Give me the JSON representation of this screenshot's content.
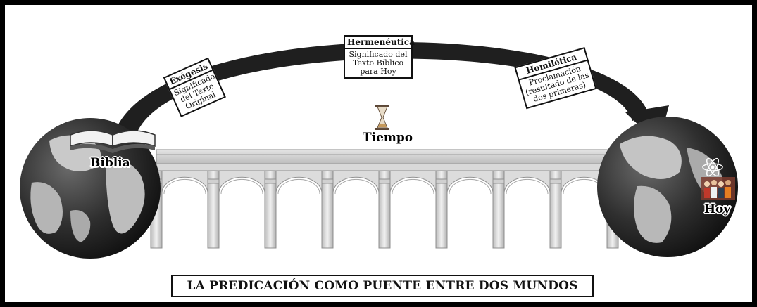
{
  "labels": {
    "exegesis": {
      "title": "Exégesis",
      "lines": [
        "Significado",
        "del Texto",
        "Original"
      ]
    },
    "hermeneutica": {
      "title": "Hermenéutica",
      "lines": [
        "Significado del",
        "Texto Bíblico",
        "para  Hoy"
      ]
    },
    "homiletica": {
      "title": "Homilética",
      "lines": [
        "Proclamación",
        "(resultado de las",
        "dos primeras)"
      ]
    }
  },
  "left_world": {
    "label": "Biblia"
  },
  "right_world": {
    "label": "Hoy"
  },
  "center": {
    "label": "Tiempo"
  },
  "caption": "LA PREDICACIÓN COMO PUENTE ENTRE DOS MUNDOS",
  "colors": {
    "arrow": "#1f1f1f",
    "globe_dark": "#2a2a2a",
    "bridge": "#cfcfcf",
    "frame": "#000000"
  },
  "icons": [
    "book-icon",
    "hourglass-icon",
    "atom-icon",
    "people-icon"
  ]
}
